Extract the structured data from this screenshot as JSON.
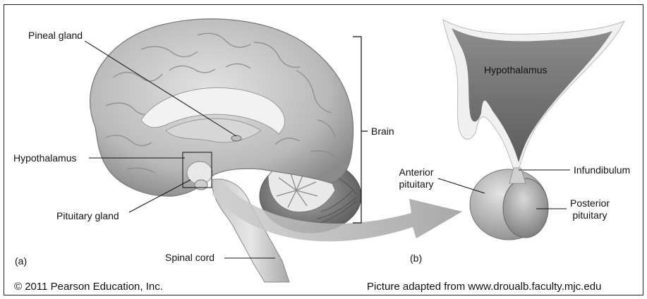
{
  "figure": {
    "labels": {
      "pineal_gland": "Pineal gland",
      "hypothalamus_left": "Hypothalamus",
      "pituitary_gland": "Pituitary gland",
      "spinal_cord": "Spinal cord",
      "brain": "Brain",
      "hypothalamus_right": "Hypothalamus",
      "anterior_pituitary_line1": "Anterior",
      "anterior_pituitary_line2": "pituitary",
      "infundibulum": "Infundibulum",
      "posterior_pituitary_line1": "Posterior",
      "posterior_pituitary_line2": "pituitary"
    },
    "panel_labels": {
      "a": "(a)",
      "b": "(b)"
    },
    "credits": {
      "copyright": "© 2011 Pearson Education, Inc.",
      "source": "Picture adapted from www.droualb.faculty.mjc.edu"
    }
  }
}
